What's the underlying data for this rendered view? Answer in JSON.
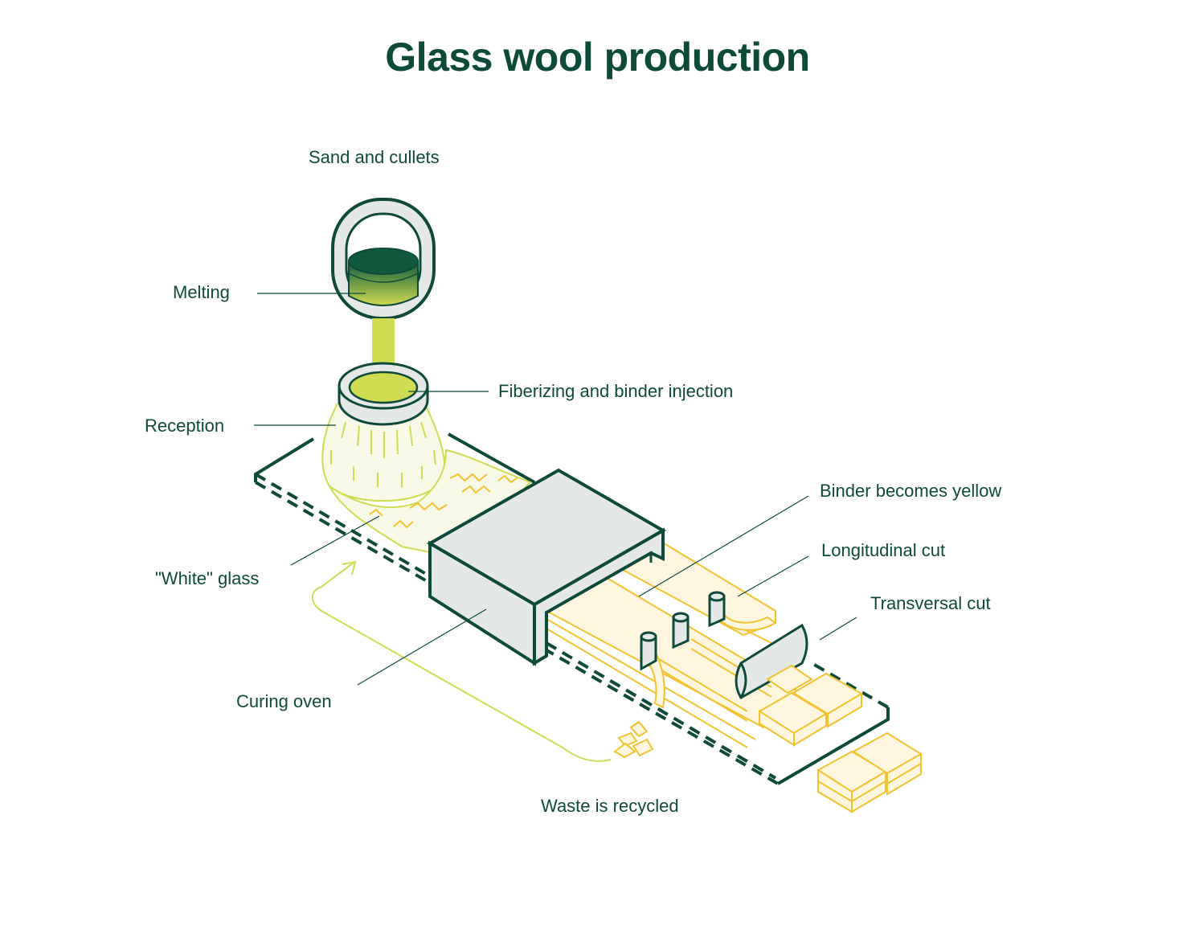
{
  "title": "Glass wool production",
  "colors": {
    "dark_green": "#0d4a3a",
    "lime": "#cfdc52",
    "binder_yellow": "#f2c230",
    "light_yellow": "#fff6df",
    "pale_lime": "#f7f9e6",
    "oven_grey": "#e4e9e7"
  },
  "labels": {
    "sand": "Sand and cullets",
    "melting": "Melting",
    "fiberizing": "Fiberizing and binder injection",
    "reception": "Reception",
    "white_glass": "\"White\" glass",
    "binder_yellow": "Binder becomes yellow",
    "longitudinal": "Longitudinal cut",
    "transversal": "Transversal cut",
    "curing_oven": "Curing oven",
    "waste": "Waste is recycled"
  }
}
